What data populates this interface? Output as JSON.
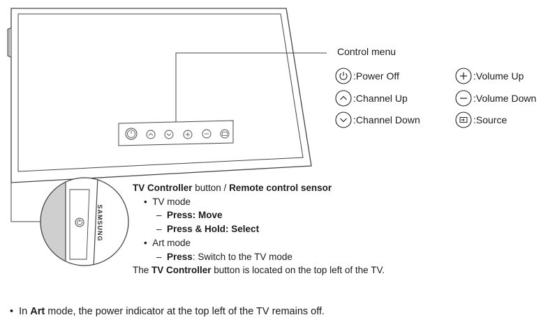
{
  "control_menu": {
    "title": "Control menu",
    "items": [
      {
        "icon": "power-icon",
        "label": ":Power Off"
      },
      {
        "icon": "chevron-up-icon",
        "label": ":Channel Up"
      },
      {
        "icon": "chevron-down-icon",
        "label": ":Channel Down"
      },
      {
        "icon": "plus-icon",
        "label": ":Volume Up"
      },
      {
        "icon": "minus-icon",
        "label": ":Volume Down"
      },
      {
        "icon": "source-icon",
        "label": ":Source"
      }
    ]
  },
  "controller": {
    "button_name": "TV Controller",
    "heading_sep": " button / ",
    "sensor_name": "Remote control sensor",
    "tv_mode": "TV mode",
    "press_move": "Press: Move",
    "press_hold": "Press & Hold: Select",
    "art_mode": "Art mode",
    "press_word": "Press",
    "press_switch_rest": ": Switch to the TV mode",
    "location_prefix": "The ",
    "location_suffix": " button is located on the top left of the TV.",
    "brand": "SAMSUNG"
  },
  "footnote": {
    "prefix": "In ",
    "mode": "Art",
    "suffix": " mode, the power indicator at the top left of the TV remains off."
  }
}
